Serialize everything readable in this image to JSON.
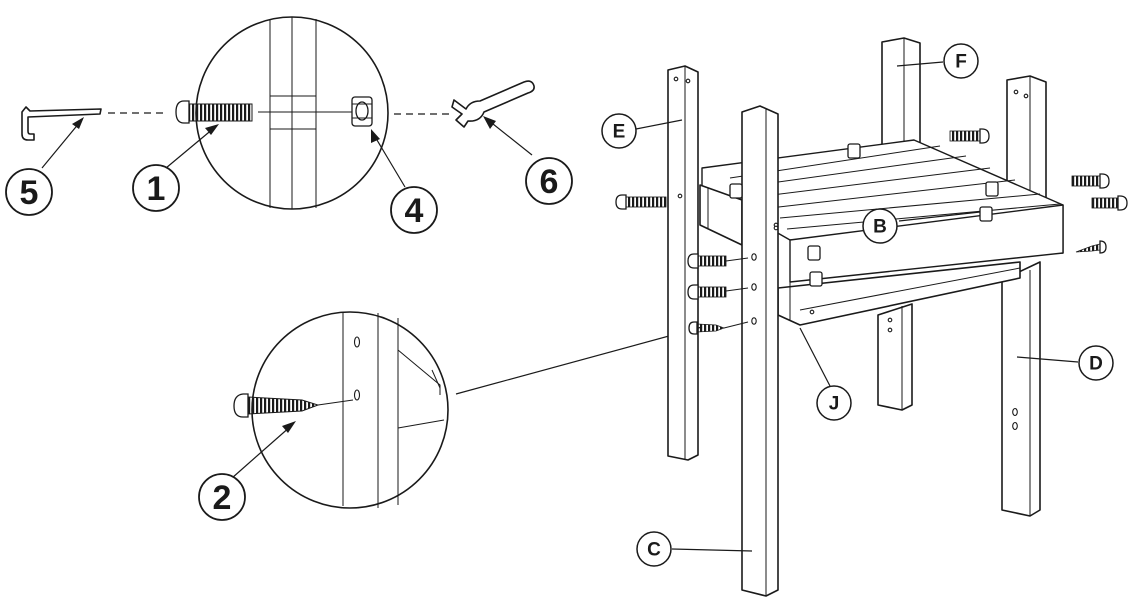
{
  "parts": {
    "numbers": [
      "1",
      "2",
      "4",
      "5",
      "6"
    ],
    "letters": [
      "B",
      "C",
      "D",
      "E",
      "F",
      "J"
    ]
  },
  "colors": {
    "ink": "#1a1a1a",
    "paper": "#ffffff"
  },
  "icons": [
    "allen-key-icon",
    "bolt-icon",
    "wood-screw-icon",
    "nut-icon",
    "open-end-wrench-icon"
  ]
}
